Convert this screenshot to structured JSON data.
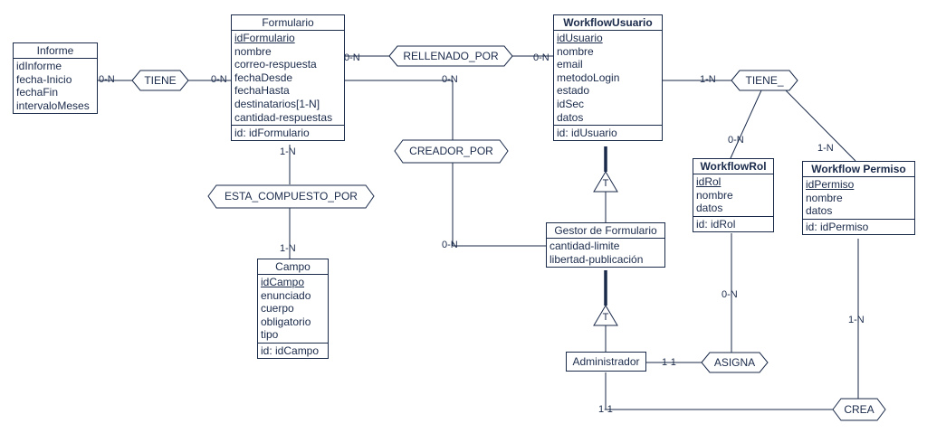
{
  "entities": {
    "informe": {
      "title": "Informe",
      "attrs": [
        "idInforme",
        "fecha-Inicio",
        "fechaFin",
        "intervaloMeses"
      ]
    },
    "formulario": {
      "title": "Formulario",
      "attrs": [
        "idFormulario",
        "nombre",
        "correo-respuesta",
        "fechaDesde",
        "fechaHasta",
        "destinatarios[1-N]",
        "cantidad-respuestas"
      ],
      "identifier": "id: idFormulario"
    },
    "workflow_usuario": {
      "title": "WorkflowUsuario",
      "attrs": [
        "idUsuario",
        "nombre",
        "email",
        "metodoLogin",
        "estado",
        "idSec",
        "datos"
      ],
      "identifier": "id: idUsuario"
    },
    "campo": {
      "title": "Campo",
      "attrs": [
        "idCampo",
        "enunciado",
        "cuerpo",
        "obligatorio",
        "tipo"
      ],
      "identifier": "id: idCampo"
    },
    "workflow_rol": {
      "title": "WorkflowRol",
      "attrs": [
        "idRol",
        "nombre",
        "datos"
      ],
      "identifier": "id: idRol"
    },
    "workflow_permiso": {
      "title": "Workflow Permiso",
      "attrs": [
        "idPermiso",
        "nombre",
        "datos"
      ],
      "identifier": "id: idPermiso"
    },
    "gestor_formulario": {
      "title": "Gestor de Formulario",
      "attrs": [
        "cantidad-limite",
        "libertad-publicación"
      ]
    },
    "administrador": {
      "title": "Administrador"
    }
  },
  "relationships": {
    "tiene": "TIENE",
    "rellenado_por": "RELLENADO_POR",
    "tiene_": "TIENE_",
    "creador_por": "CREADOR_POR",
    "esta_compuesto_por": "ESTA_COMPUESTO_POR",
    "asigna": "ASIGNA",
    "crea": "CREA"
  },
  "isa_symbol": "T",
  "cardinalities": {
    "informe_tiene": "0-N",
    "formulario_tiene": "0-N",
    "formulario_rellenado": "0-N",
    "usuario_rellenado": "0-N",
    "formulario_creador": "0-N",
    "usuario_tiene_": "1-N",
    "formulario_compuesto": "1-N",
    "campo_compuesto": "1-N",
    "rol_tiene_": "0-N",
    "permiso_tiene_": "1-N",
    "gestor_creador": "0-N",
    "rol_asigna": "0-N",
    "admin_asigna": "1-1",
    "permiso_crea": "1-N",
    "admin_crea": "1-1"
  },
  "colors": {
    "ink": "#1a2a4a",
    "background": "#ffffff"
  }
}
